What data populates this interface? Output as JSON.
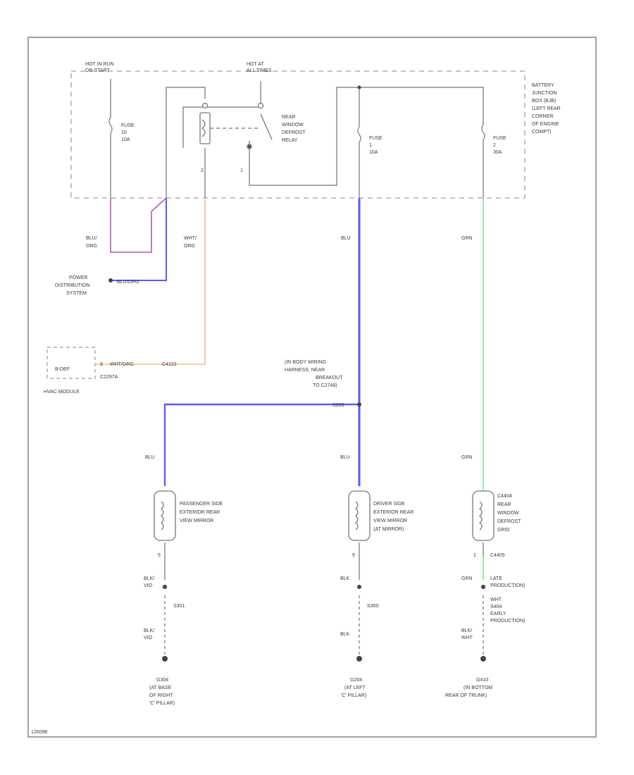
{
  "blocks": {
    "hot_in_run": [
      "HOT IN RUN",
      "OR START"
    ],
    "hot_at_all_times": [
      "HOT AT",
      "ALL TIMES"
    ],
    "bjb": [
      "BATTERY",
      "JUNCTION",
      "BOX (BJB)",
      "(LEFT REAR",
      "CORNER",
      "OF ENGINE",
      "COMPT)"
    ],
    "fuse_10": [
      "FUSE",
      "10",
      "10A"
    ],
    "fuse_1": [
      "FUSE",
      "1",
      "10A"
    ],
    "fuse_2": [
      "FUSE",
      "2",
      "30A"
    ],
    "relay": [
      "REAR",
      "WINDOW",
      "DEFROST",
      "RELAY"
    ],
    "relay_pin": "1",
    "relay_pin2": "2",
    "blu_org": [
      "BLU/",
      "ORG"
    ],
    "wht_org": [
      "WHT/",
      "ORG"
    ],
    "power_dist": [
      "POWER",
      "DISTRIBUTION",
      "SYSTEM"
    ],
    "power_conn": "BLU/ORG",
    "hvac_conn": [
      "9",
      "WHT/ORG",
      "C4122"
    ],
    "hvac_box": "B-DEF",
    "hvac_pin": "C2297A",
    "hvac_module": "HVAC MODULE",
    "in_body": [
      "(IN BODY WIRING",
      "HARNESS, NEAR",
      "BREAKOUT",
      "TO C2748)"
    ],
    "splice": "S299",
    "blu_mid": "BLU",
    "grn_mid": "GRN",
    "blu_left": "BLU",
    "blu_center": "BLU",
    "grn_right": "GRN",
    "pass_mirror": [
      "PASSENGER SIDE",
      "EXTERIOR REAR",
      "VIEW MIRROR"
    ],
    "drv_mirror": [
      "DRIVER SIDE",
      "EXTERIOR REAR",
      "VIEW MIRROR",
      "(AT MIRROR)"
    ],
    "defrost_grid": [
      "REAR",
      "WINDOW",
      "DEFROST",
      "GRID"
    ],
    "grid_conn_top": "C4404",
    "grid_conn_bot": "C4405",
    "pin_pass": "5",
    "pin_drv": "5",
    "pin_grid": "1",
    "blk_vio_1": [
      "BLK/",
      "VIO"
    ],
    "blk_vio_2": [
      "BLK/",
      "VIO"
    ],
    "blk_c": "BLK",
    "blk_c2": "BLK",
    "grn_r": "GRN",
    "s_left": "S301",
    "s_mid": "S300",
    "late": [
      "LATE",
      "PRODUCTION)"
    ],
    "early": [
      "WHT",
      "S404",
      "EARLY",
      "PRODUCTION)"
    ],
    "blk_wht": [
      "BLK/",
      "WHT"
    ],
    "g_left": [
      "G304",
      "(AT BASE",
      "OF RIGHT",
      "'C' PILLAR)"
    ],
    "g_mid": [
      "G204",
      "(AT LEFT",
      "'C' PILLAR)"
    ],
    "g_right": [
      "G410",
      "(IN BOTTOM",
      "REAR OF TRUNK)"
    ],
    "footer": "126096"
  },
  "colors": {
    "frame": "#8a8a8a",
    "wire_black": "#8c8c8c",
    "wire_blue": "#5a5aff",
    "wire_green": "#99ee99",
    "wire_orange": "#f5b994",
    "wire_violet": "#b15ab1"
  }
}
